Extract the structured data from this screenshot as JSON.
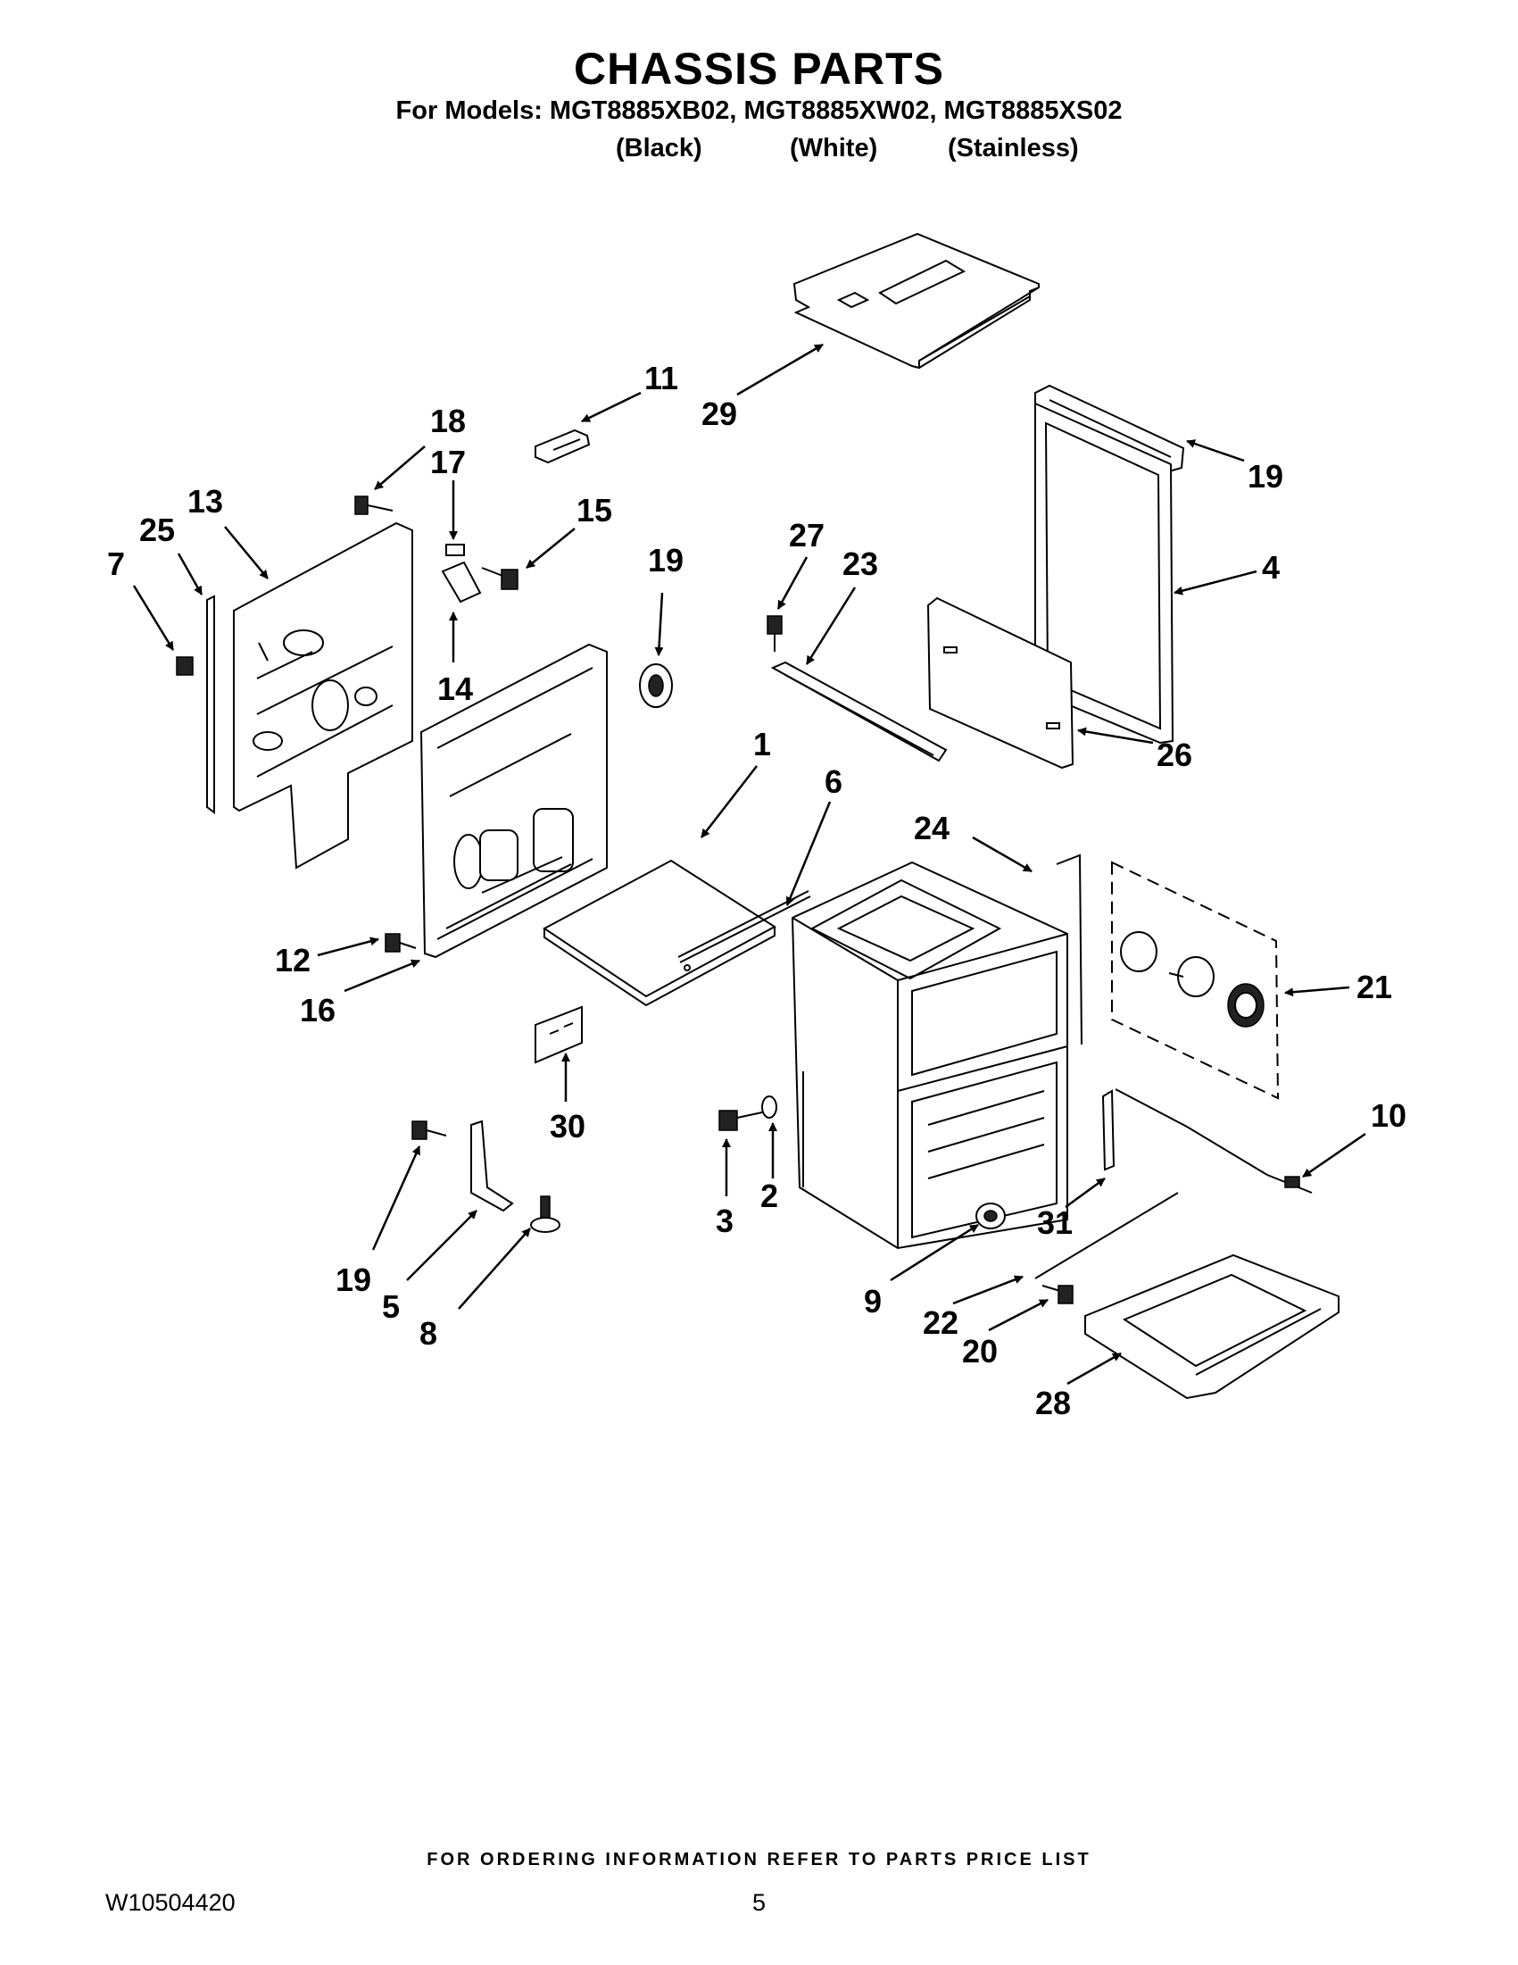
{
  "title": "CHASSIS PARTS",
  "models_line": "For Models: MGT8885XB02, MGT8885XW02, MGT8885XS02",
  "variants": [
    "(Black)",
    "(White)",
    "(Stainless)"
  ],
  "callouts": {
    "c29": "29",
    "c11": "11",
    "c19a": "19",
    "c18": "18",
    "c17": "17",
    "c13": "13",
    "c25": "25",
    "c7": "7",
    "c15": "15",
    "c14": "14",
    "c19b": "19",
    "c27": "27",
    "c23": "23",
    "c4": "4",
    "c26": "26",
    "c1": "1",
    "c6": "6",
    "c24": "24",
    "c12": "12",
    "c16": "16",
    "c21": "21",
    "c30": "30",
    "c10": "10",
    "c3": "3",
    "c2": "2",
    "c31": "31",
    "c19c": "19",
    "c5": "5",
    "c8": "8",
    "c9": "9",
    "c22": "22",
    "c20": "20",
    "c28": "28"
  },
  "footer_note": "FOR ORDERING INFORMATION REFER TO PARTS PRICE LIST",
  "doc_number": "W10504420",
  "page_number": "5"
}
